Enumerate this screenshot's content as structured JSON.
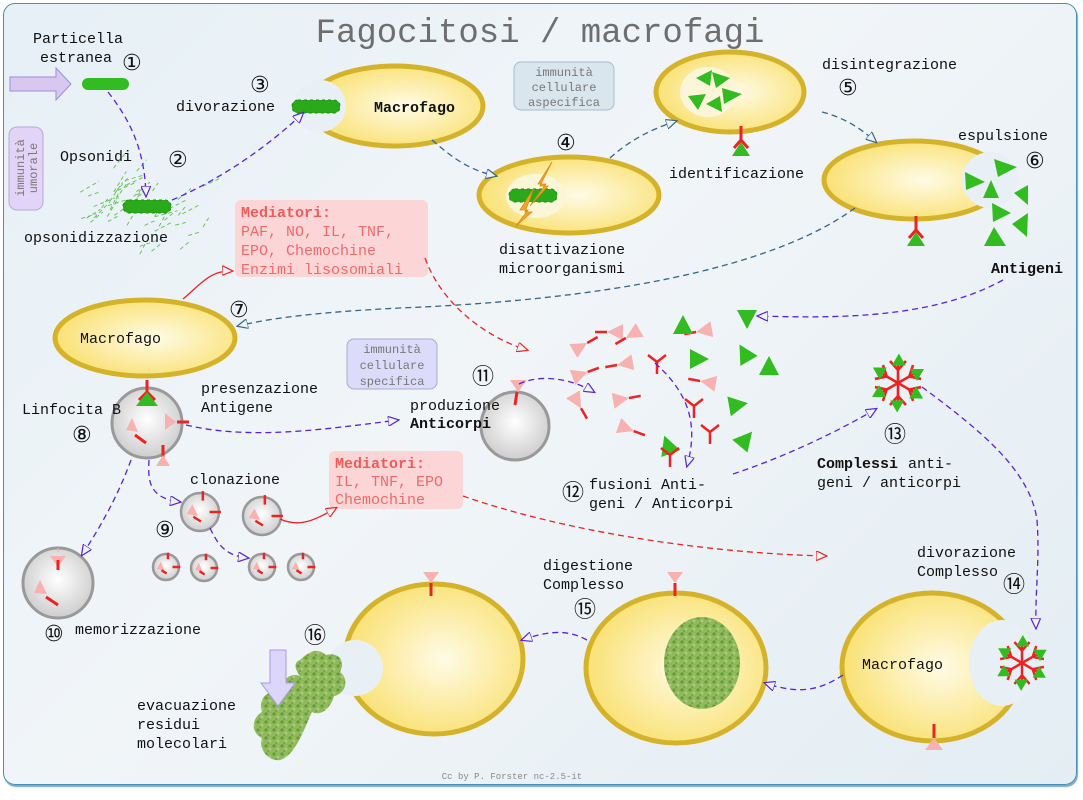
{
  "title": "Fagocitosi / macrofagi",
  "credit": "Cc by P. Forster nc-2.5-it",
  "colors": {
    "cell_fill": "#fbe57a",
    "cell_border": "#d4b22a",
    "antigen": "#33bb22",
    "antibody": "#ee2222",
    "antibody_light": "#f7b1b1",
    "arrow_blue": "#5522dd",
    "arrow_teal": "#336688",
    "arrow_red": "#ee2222",
    "mediator_bg": "#fcd6d6",
    "mediator_text": "#f06a6a"
  },
  "steps": [
    {
      "n": "①",
      "label": [
        "Particella",
        "estranea"
      ]
    },
    {
      "n": "②",
      "label": [
        "Opsonidi"
      ],
      "sub": "opsonidizzazione"
    },
    {
      "n": "③",
      "label": [
        "divorazione"
      ]
    },
    {
      "n": "④",
      "label": [
        "disattivazione",
        "microorganismi"
      ]
    },
    {
      "n": "⑤",
      "label": [
        "disintegrazione"
      ]
    },
    {
      "n": "⑥",
      "label": [
        "espulsione"
      ]
    },
    {
      "n": "⑦",
      "label": [
        "Macrofago"
      ]
    },
    {
      "n": "⑧",
      "label": [
        "Linfocita B"
      ]
    },
    {
      "n": "⑨",
      "label": [
        "clonazione"
      ]
    },
    {
      "n": "⑩",
      "label": [
        "memorizzazione"
      ]
    },
    {
      "n": "⑪",
      "label": [
        "produzione",
        "Anticorpi"
      ]
    },
    {
      "n": "⑫",
      "label": [
        "fusioni Anti-",
        "geni / Anticorpi"
      ]
    },
    {
      "n": "⑬",
      "label": [
        "Complessi",
        "anti-",
        "geni / anticorpi"
      ]
    },
    {
      "n": "⑭",
      "label": [
        "divorazione",
        "Complesso"
      ]
    },
    {
      "n": "⑮",
      "label": [
        "digestione",
        "Complesso"
      ]
    },
    {
      "n": "⑯",
      "label": [
        "evacuazione",
        "residui",
        "molecolari"
      ]
    }
  ],
  "labels": {
    "macrofago": "Macrofago",
    "identificazione": "identificazione",
    "antigeni": "Antigeni",
    "presentazione": [
      "presenzazione",
      "Antigene"
    ]
  },
  "tags": {
    "umorale": [
      "immunità",
      "umorale"
    ],
    "aspecifica": [
      "immunità",
      "cellulare",
      "aspecifica"
    ],
    "specifica": [
      "immunità",
      "cellulare",
      "specifica"
    ]
  },
  "mediators": [
    {
      "heading": "Mediatori:",
      "lines": [
        "PAF, NO, IL, TNF,",
        "EPO, Chemochine",
        "Enzimi lisosomiali"
      ]
    },
    {
      "heading": "Mediatori:",
      "lines": [
        "IL, TNF, EPO",
        "Chemochine"
      ]
    }
  ]
}
